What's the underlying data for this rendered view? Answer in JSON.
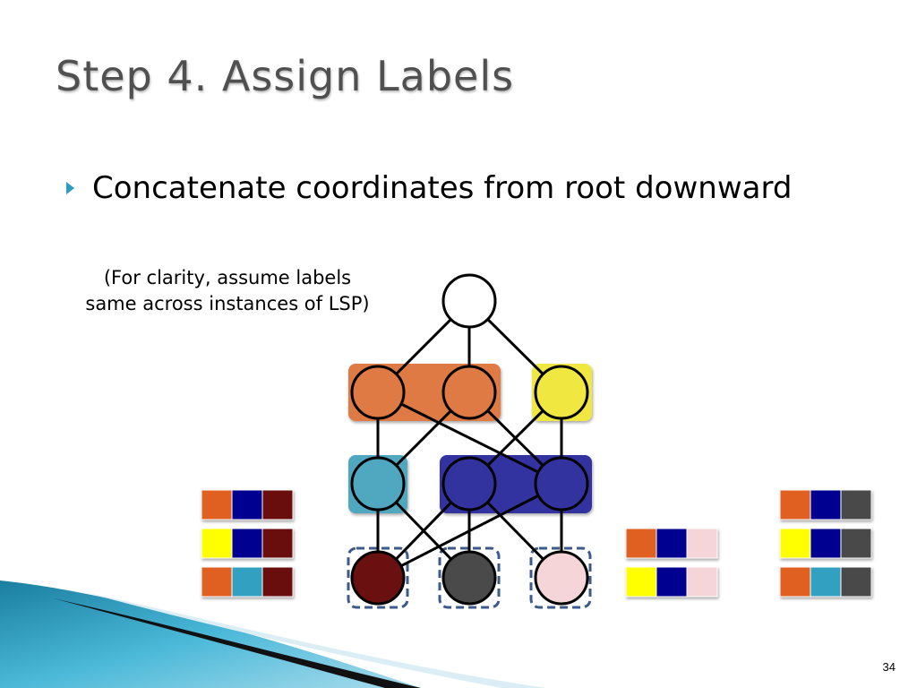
{
  "slide": {
    "title": "Step 4. Assign Labels",
    "bullet": "Concatenate coordinates from root downward",
    "note_line1": "(For clarity, assume labels",
    "note_line2": "same across instances of LSP)",
    "page_number": "34"
  },
  "colors": {
    "orange": "#e06020",
    "navy": "#000090",
    "maroon": "#6a1010",
    "yellow": "#ffff00",
    "teal": "#30a0c0",
    "dark_gray": "#4a4a4a",
    "pink": "#f5d5d8",
    "group_orange": "#e07a45",
    "group_yellow": "#f0e840",
    "group_teal": "#50a8c0",
    "group_navy": "#3333a0",
    "accent": "#2e9bc0"
  },
  "label_groups": {
    "maroon_leaf": [
      [
        "orange",
        "navy",
        "maroon"
      ],
      [
        "yellow",
        "navy",
        "maroon"
      ],
      [
        "orange",
        "teal",
        "maroon"
      ]
    ],
    "pink_leaf": [
      [
        "orange",
        "navy",
        "pink"
      ],
      [
        "yellow",
        "navy",
        "pink"
      ]
    ],
    "gray_leaf": [
      [
        "orange",
        "navy",
        "dark_gray"
      ],
      [
        "yellow",
        "navy",
        "dark_gray"
      ],
      [
        "orange",
        "teal",
        "dark_gray"
      ]
    ]
  }
}
